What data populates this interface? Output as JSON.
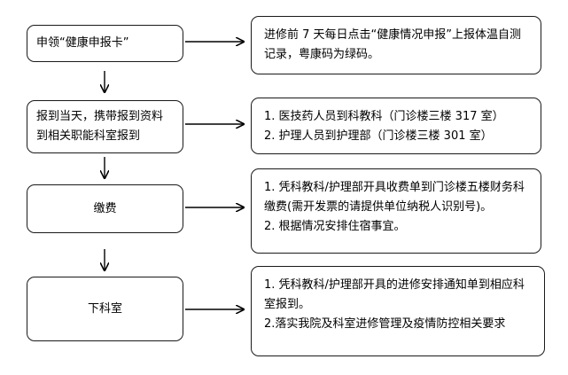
{
  "steps": [
    {
      "label": "申领“健康申报卡”",
      "details": [
        "进修前 7 天每日点击“健康情况申报”上报体温自测记录，粤康码为绿码。"
      ]
    },
    {
      "label": "报到当天，携带报到资料到相关职能科室报到",
      "details": [
        "1. 医技药人员到科教科（门诊楼三楼 317 室）",
        "2. 护理人员到护理部（门诊楼三楼 301 室）"
      ]
    },
    {
      "label": "缴费",
      "details": [
        "1. 凭科教科/护理部开具收费单到门诊楼五楼财务科缴费(需开发票的请提供单位纳税人识别号)。",
        "2. 根据情况安排住宿事宜。"
      ]
    },
    {
      "label": "下科室",
      "details": [
        "1. 凭科教科/护理部开具的进修安排通知单到相应科室报到。",
        "2.落实我院及科室进修管理及疫情防控相关要求"
      ]
    }
  ]
}
